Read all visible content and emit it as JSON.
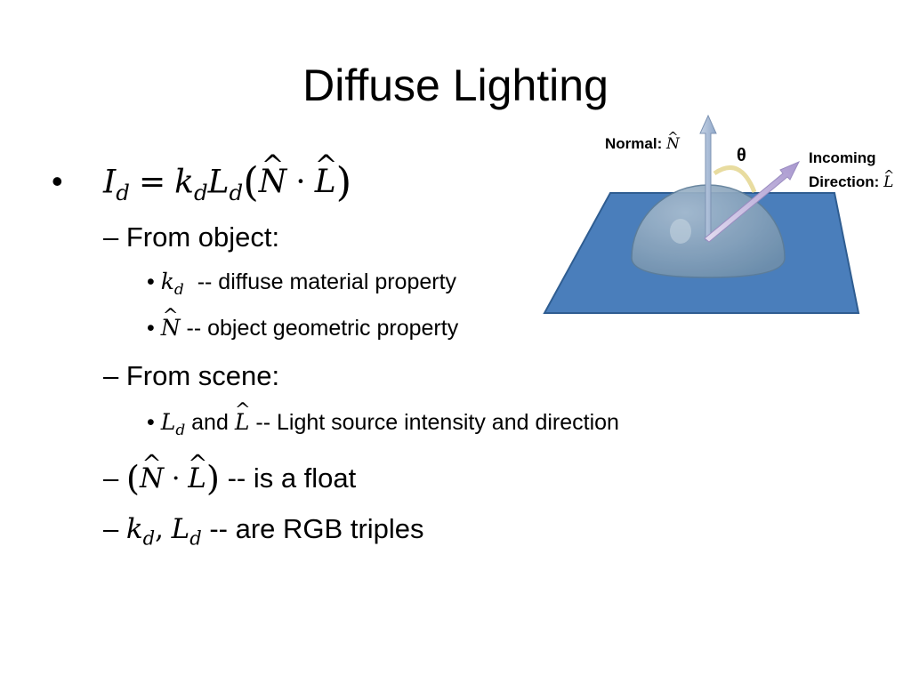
{
  "slide": {
    "title": "Diffuse Lighting",
    "equation": {
      "I": "I",
      "I_sub": "d",
      "eq": "=",
      "k": "k",
      "k_sub": "d",
      "L": "L",
      "L_sub": "d",
      "open": "(",
      "N": "N",
      "dot": "·",
      "Lhat": "L",
      "close": ")"
    },
    "from_object": {
      "heading": "From object:",
      "item1": {
        "sym": "k",
        "sub": "d",
        "text": "-- diffuse material property"
      },
      "item2": {
        "sym": "N",
        "text": "-- object geometric property"
      }
    },
    "from_scene": {
      "heading": "From scene:",
      "item1": {
        "sym": "L",
        "sub": "d",
        "and": "and",
        "sym2": "L",
        "text": "-- Light source intensity and direction"
      }
    },
    "float_item": {
      "open": "(",
      "N": "N",
      "dot": "·",
      "L": "L",
      "close": ")",
      "text": "-- is a float"
    },
    "rgb_item": {
      "k": "k",
      "k_sub": "d",
      "comma": ",",
      "L": "L",
      "L_sub": "d",
      "text": "-- are RGB triples"
    }
  },
  "diagram": {
    "normal_label": "Normal:",
    "normal_sym": "N",
    "theta": "θ",
    "incoming_label_1": "Incoming",
    "incoming_label_2": "Direction:",
    "incoming_sym": "L",
    "colors": {
      "plane": "#4a7ebb",
      "plane_edge": "#2f5d91",
      "dome": "#7f9fb9",
      "arrow": "#8ea6c8",
      "light_arrow": "#b8a9d6",
      "arc": "#e8dca0"
    }
  }
}
